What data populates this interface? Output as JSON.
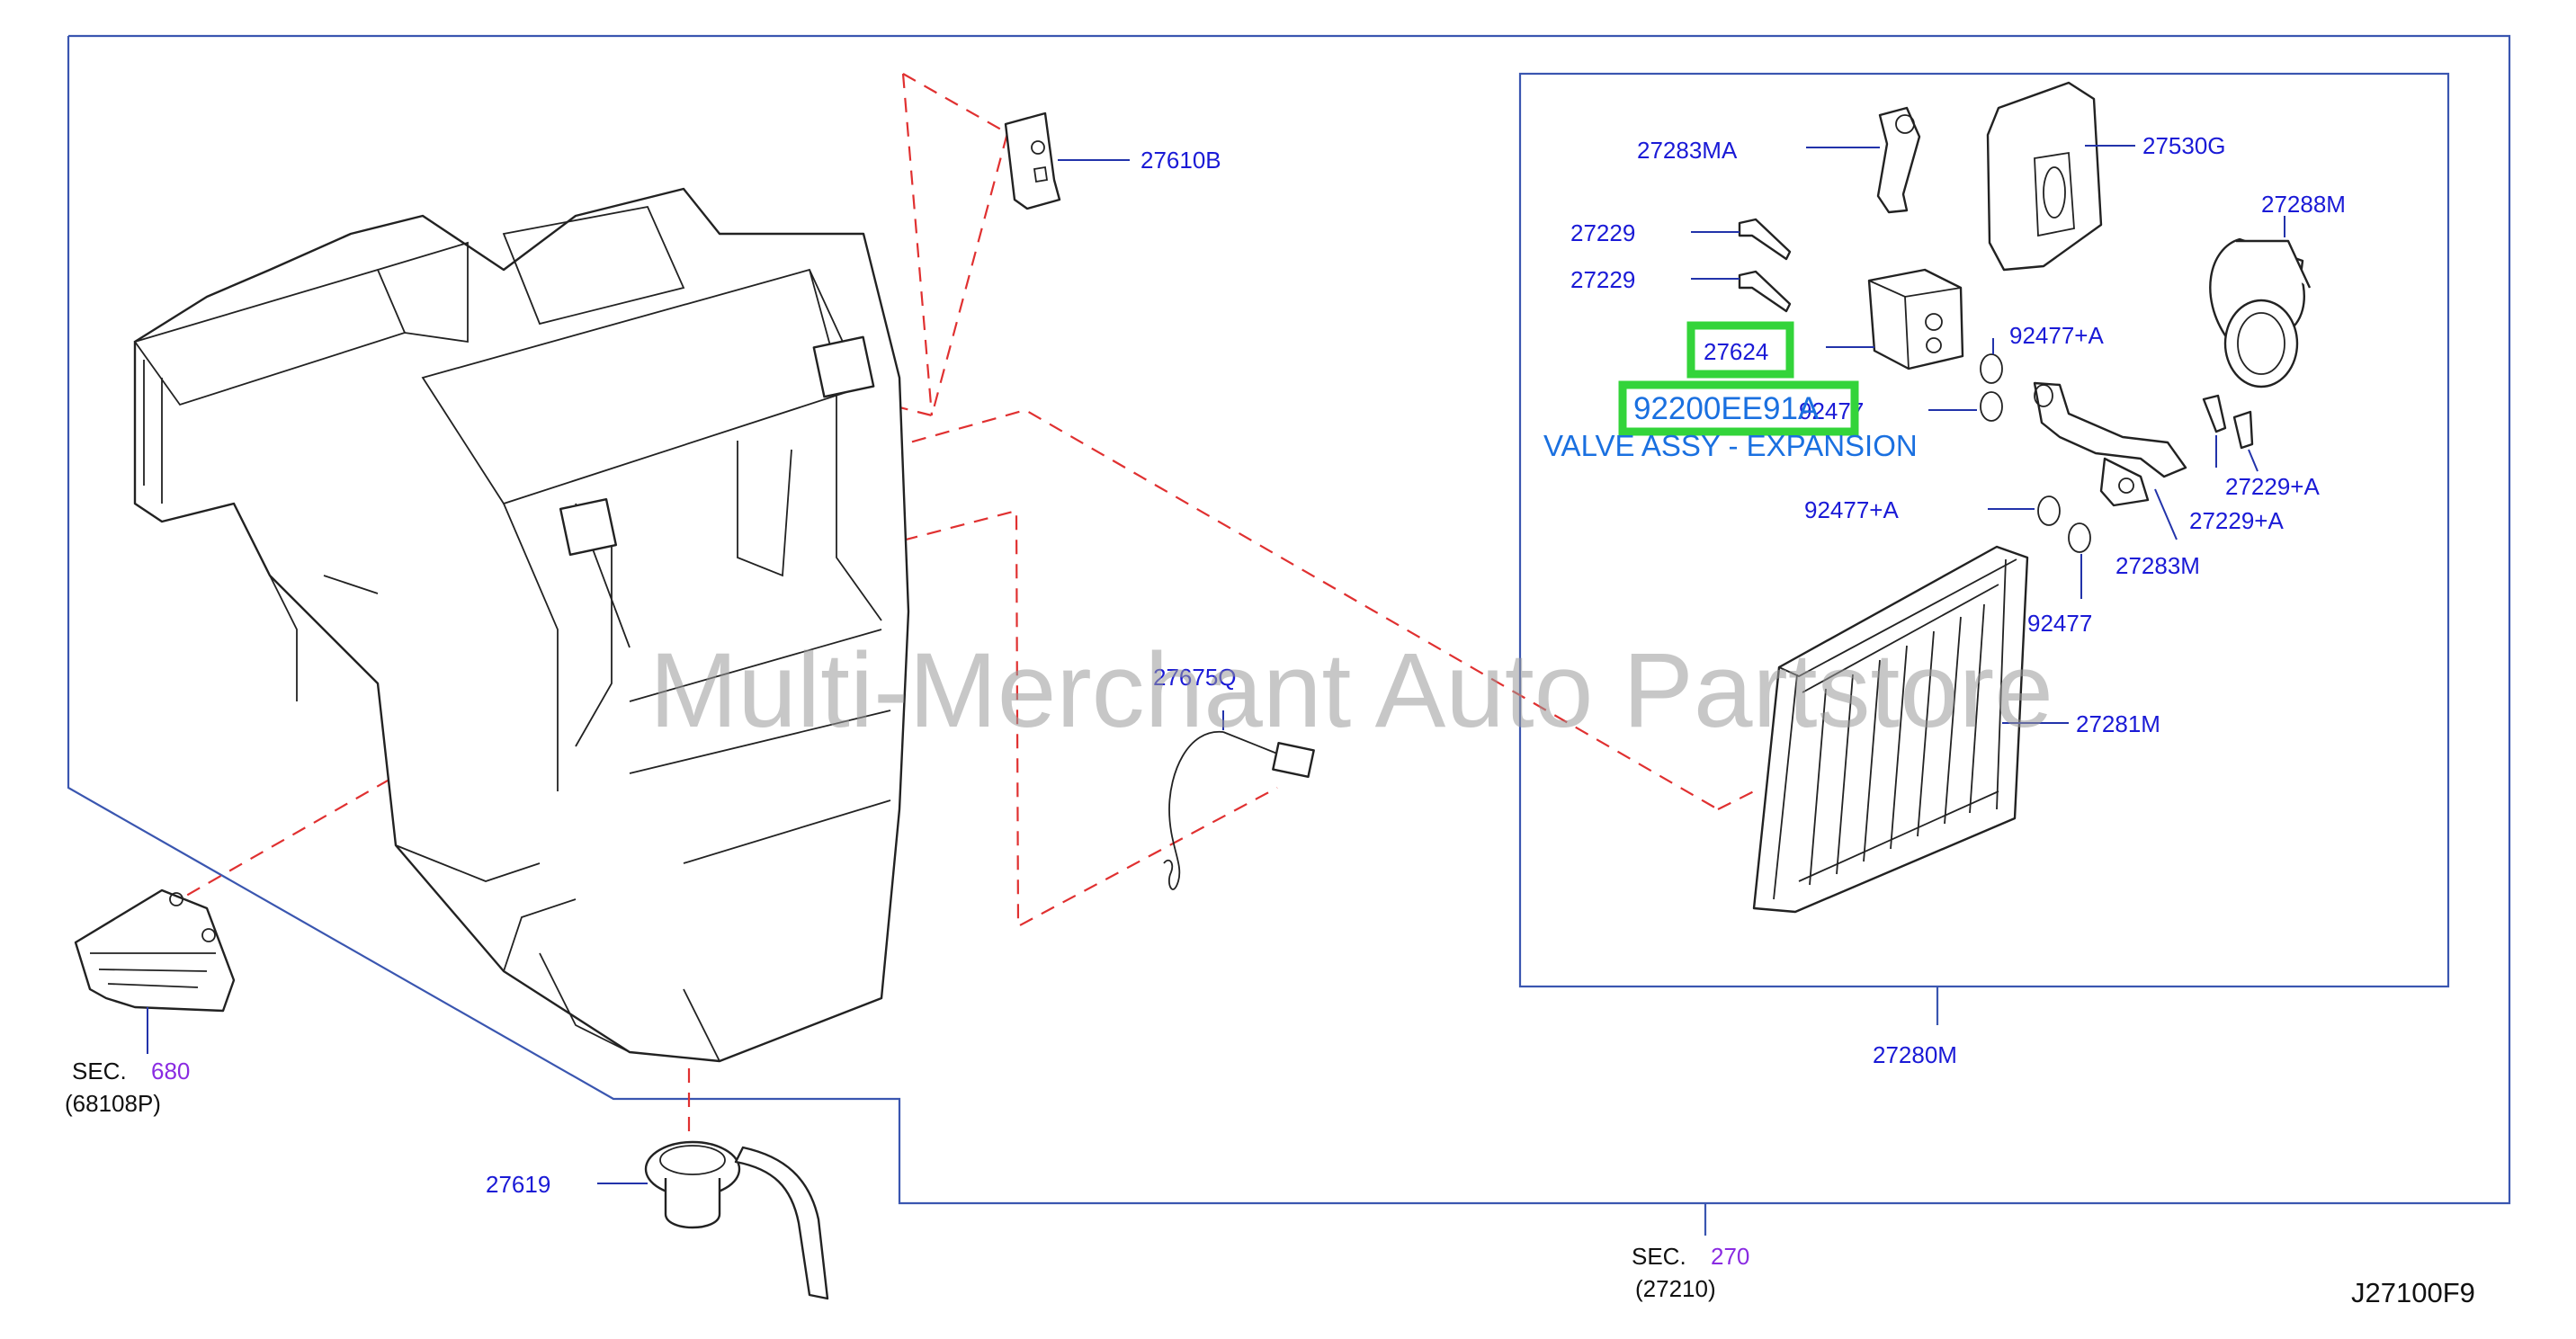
{
  "diagram": {
    "code": "J27100F9",
    "watermark": "Multi-Merchant Auto Partstore",
    "highlight": {
      "part_number": "92200EE91A",
      "description": "VALVE ASSY - EXPANSION",
      "color": "#33d43a"
    },
    "colors": {
      "part_label": "#1a1ad6",
      "section_ref": "#8a2be2",
      "frame": "#3a56b0",
      "dash_leader": "#e03030",
      "highlight_text": "#1a70e0"
    },
    "labels": {
      "p27610B": "27610B",
      "p27283MA": "27283MA",
      "p27530G": "27530G",
      "p27288M": "27288M",
      "p27229a": "27229",
      "p27229b": "27229",
      "p27624": "27624",
      "p92477A_top": "92477+A",
      "p92477_top": "92477",
      "p27229A_a": "27229+A",
      "p27229A_b": "27229+A",
      "p92477A_mid": "92477+A",
      "p27283M": "27283M",
      "p92477_mid": "92477",
      "p27281M": "27281M",
      "p27280M": "27280M",
      "p27675Q": "27675Q",
      "p27619": "27619"
    },
    "sections": {
      "sec680": {
        "prefix": "SEC.",
        "number": "680",
        "sub": "(68108P)"
      },
      "sec270": {
        "prefix": "SEC.",
        "number": "270",
        "sub": "(27210)"
      }
    }
  }
}
